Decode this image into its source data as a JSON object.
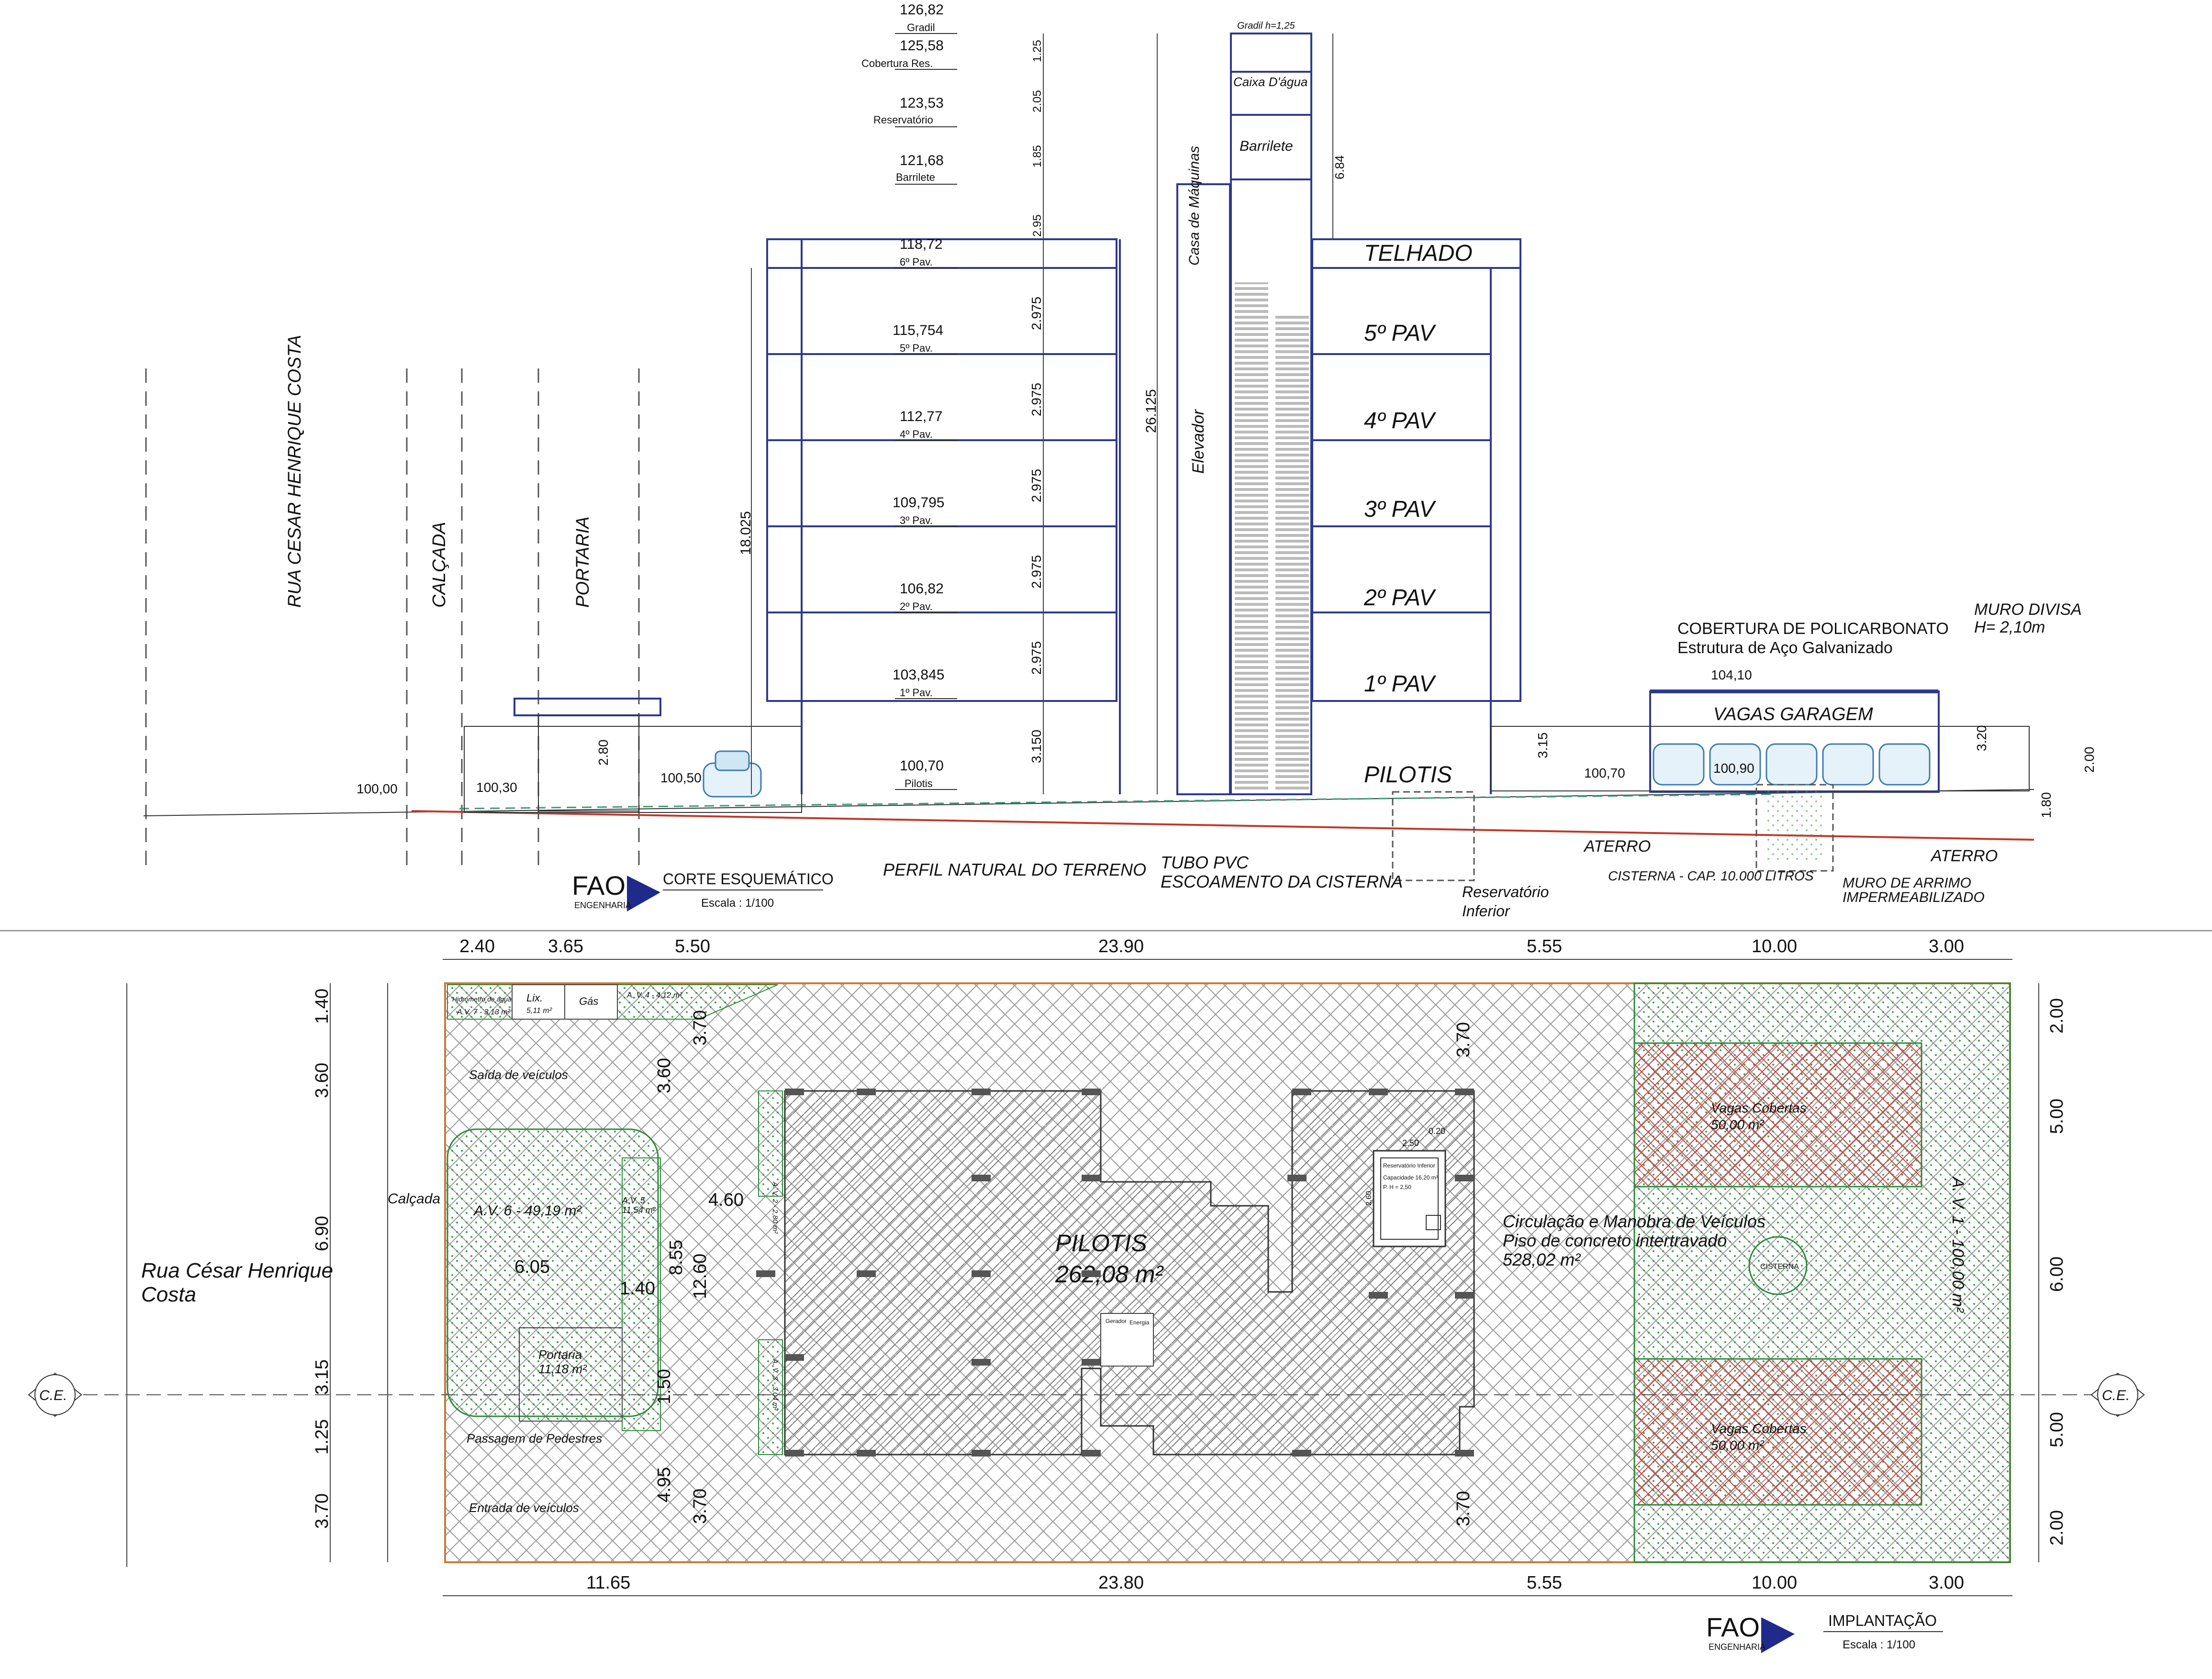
{
  "section": {
    "title": "CORTE ESQUEMÁTICO",
    "scale": "Escala : 1/100",
    "street_label": "RUA CESAR HENRIQUE COSTA",
    "sidewalk_label": "CALÇADA",
    "gatehouse_label": "PORTARIA",
    "floors": [
      {
        "name": "TELHADO",
        "level": "118,72",
        "tag": "6º Pav."
      },
      {
        "name": "5º PAV",
        "level": "115,754",
        "tag": "5º Pav."
      },
      {
        "name": "4º PAV",
        "level": "112,77",
        "tag": "4º Pav."
      },
      {
        "name": "3º PAV",
        "level": "109,795",
        "tag": "3º Pav."
      },
      {
        "name": "2º PAV",
        "level": "106,82",
        "tag": "2º Pav."
      },
      {
        "name": "1º PAV",
        "level": "103,845",
        "tag": "1º Pav."
      },
      {
        "name": "PILOTIS",
        "level": "100,70",
        "tag": "Pilotis"
      }
    ],
    "floor_heights": [
      "2.975",
      "2.975",
      "2.975",
      "2.975",
      "2.975",
      "3.150"
    ],
    "top_levels": [
      {
        "level": "126,82",
        "tag": "Gradil"
      },
      {
        "level": "125,58",
        "tag": "Cobertura Res."
      },
      {
        "level": "123,53",
        "tag": "Reservatório"
      },
      {
        "level": "121,68",
        "tag": "Barrilete"
      }
    ],
    "top_dims": [
      "1.25",
      "2.05",
      "1.85",
      "2.95"
    ],
    "total_height_1": "18.025",
    "total_height_2": "26.125",
    "tower_dim": "6.84",
    "tower_labels": {
      "gradil": "Gradil h=1,25",
      "caixa": "Caixa D'água",
      "barrilete": "Barrilete",
      "casa": "Casa de Máquinas",
      "elevador": "Elevador"
    },
    "ground_levels": {
      "street": "100,00",
      "sidewalk": "100,30",
      "gate": "100,50",
      "rear": "100,70",
      "garage": "100,90",
      "garage_roof": "104,10"
    },
    "portaria_height": "2.80",
    "rear_height": "3.15",
    "garage_height": "3.20",
    "wall_height": "2.00",
    "fill_depth": "1.80",
    "garage_label": "VAGAS GARAGEM",
    "polycarbonate": {
      "line1": "COBERTURA DE POLICARBONATO",
      "line2": "Estrutura de Aço Galvanizado"
    },
    "muro": {
      "line1": "MURO DIVISA",
      "line2": "H= 2,10m"
    },
    "terrain": "PERFIL NATURAL DO TERRENO",
    "pvc": {
      "line1": "TUBO PVC",
      "line2": "ESCOAMENTO DA CISTERNA"
    },
    "reservoir": {
      "line1": "Reservatório",
      "line2": "Inferior"
    },
    "aterro": "ATERRO",
    "cistern": "CISTERNA - CAP. 10.000 LITROS",
    "arrimo": {
      "line1": "MURO DE ARRIMO",
      "line2": "IMPERMEABILIZADO"
    }
  },
  "logo": {
    "name": "FAO",
    "sub": "ENGENHARIA"
  },
  "plan": {
    "title": "IMPLANTAÇÃO",
    "scale": "Escala : 1/100",
    "street": {
      "line1": "Rua César Henrique",
      "line2": "Costa"
    },
    "sidewalk": "Calçada",
    "ce": "C.E.",
    "top_dims": [
      "2.40",
      "3.65",
      "5.50",
      "23.90",
      "5.55",
      "10.00",
      "3.00"
    ],
    "bottom_dims": [
      "11.65",
      "23.80",
      "5.55",
      "10.00",
      "3.00"
    ],
    "left_dims": [
      "1.40",
      "3.60",
      "6.90",
      "3.15",
      "1.25",
      "3.70"
    ],
    "right_dims": [
      "2.00",
      "5.00",
      "6.00",
      "5.00",
      "2.00"
    ],
    "inner_dims": [
      "3.70",
      "3.60",
      "4.60",
      "8.55",
      "12.60",
      "1.40",
      "6.05",
      "1.50",
      "4.95",
      "3.70",
      "3.70",
      "3.70"
    ],
    "labels": {
      "hidrometro": "Hidrometro de água",
      "av7": "A.V. 7 - 3,13 m²",
      "lix": "Lix.",
      "lix_area": "5,11 m²",
      "gas": "Gás",
      "av4": "A. V. 4 - 4,12 m²",
      "saida": "Saída de veículos",
      "av6": "A.V. 6 - 49,19 m²",
      "av5": "A.V. 5",
      "av5_area": "11,54 m²",
      "portaria": "Portaria",
      "portaria_area": "11,18 m²",
      "passagem": "Passagem de Pedestres",
      "entrada": "Entrada de veículos",
      "av2": "A. V. 2 - 2,80 m²",
      "av3": "A. V. 3 - 3,04 m²",
      "pilotis": "PILOTIS",
      "pilotis_area": "262,08 m²",
      "circ1": "Circulação e Manobra de Veículos",
      "circ2": "Piso de concreto intertravado",
      "circ3": "528,02 m²",
      "vagas1": "Vagas Cobertas",
      "vagas1_area": "50,00 m²",
      "vagas2": "Vagas Cobertas",
      "vagas2_area": "50,00 m²",
      "av1": "A. V. 1 - 100,00 m²",
      "cisterna": "CISTERNA",
      "reservatorio": "Reservatório Inferior",
      "capacidade": "Capacidade 16,20 m³",
      "ph": "P. H = 2,50",
      "res_w": "2.50",
      "res_t": "0.20",
      "res_h": "2.60",
      "gerador": "Gerador",
      "energia": "Energia"
    }
  }
}
